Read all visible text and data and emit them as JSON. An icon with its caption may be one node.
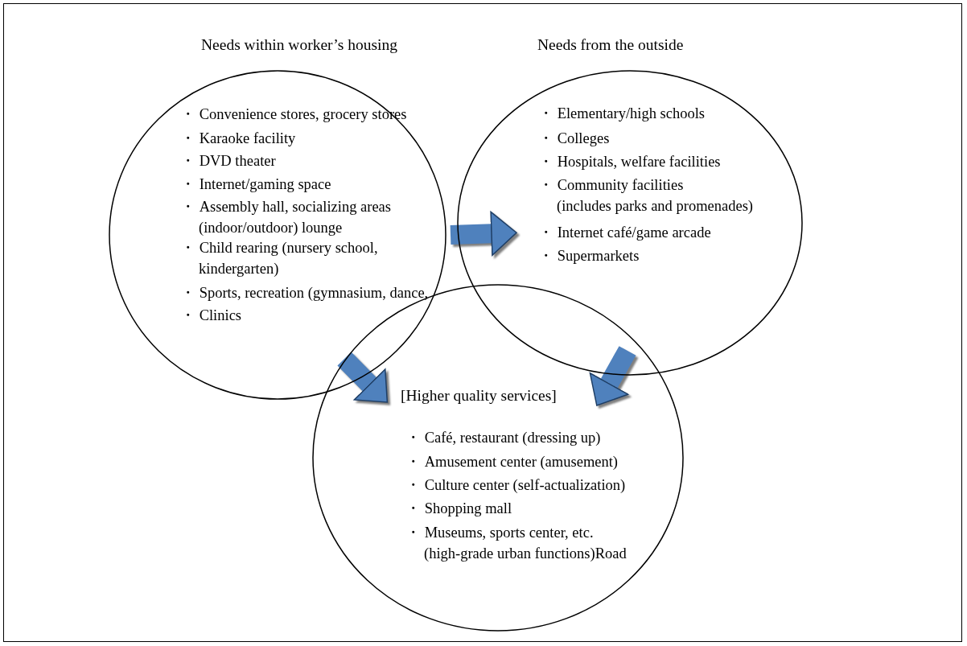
{
  "diagram": {
    "nodes": [
      {
        "text": [
          "Needs within worker’s housing",
          "・ Convenience stores, grocery stores",
          "・ Karaoke facility",
          "・ DVD theater",
          "・ Internet/gaming space",
          "・ Assembly hall, socializing areas (indoor/outdoor) lounge",
          "・ Child rearing (nursery school, kindergarten)",
          "・ Sports, recreation (gymnasium, dance,",
          "・ Clinics"
        ]
      },
      {
        "text": [
          "Needs from the outside",
          "・ Elementary/high schools",
          "・ Colleges",
          "・ Hospitals, welfare facilities",
          "・ Community facilities (includes parks and promenades)",
          "・ Internet café/game arcade",
          "・ Supermarkets"
        ]
      },
      {
        "text": [
          "[Higher quality services]",
          "・ Café, restaurant (dressing up)",
          "・ Amusement center (amusement)",
          "・ Culture center (self-actualization)",
          "・ Shopping mall",
          "・ Museums, sports center, etc. (high-grade urban functions)Road"
        ]
      }
    ],
    "edges": [
      {
        "from": 0,
        "to": 1,
        "arrow": "to"
      },
      {
        "from": 0,
        "to": 2,
        "arrow": "to"
      },
      {
        "from": 1,
        "to": 2,
        "arrow": "to"
      }
    ]
  }
}
